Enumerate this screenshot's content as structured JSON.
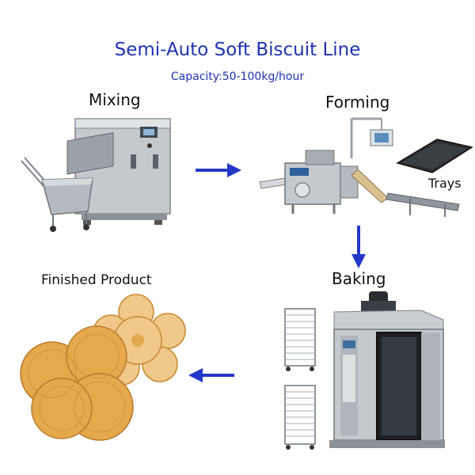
{
  "header": {
    "title": "Semi-Auto Soft Biscuit Line",
    "capacity": "Capacity:50-100kg/hour"
  },
  "stages": {
    "mixing": "Mixing",
    "forming": "Forming",
    "trays": "Trays",
    "baking": "Baking",
    "finished": "Finished Product"
  },
  "colors": {
    "accent": "#1f33b3",
    "arrow": "#2438c8",
    "steel": "#b9bec4",
    "biscuit": "#e5a84a"
  },
  "icons": [
    "mixer-machine-icon",
    "dough-trolley-icon",
    "forming-machine-icon",
    "baking-tray-icon",
    "rack-trolley-icon",
    "rotary-oven-icon",
    "biscuit-icon",
    "arrow-right-icon",
    "arrow-down-icon",
    "arrow-left-icon"
  ]
}
